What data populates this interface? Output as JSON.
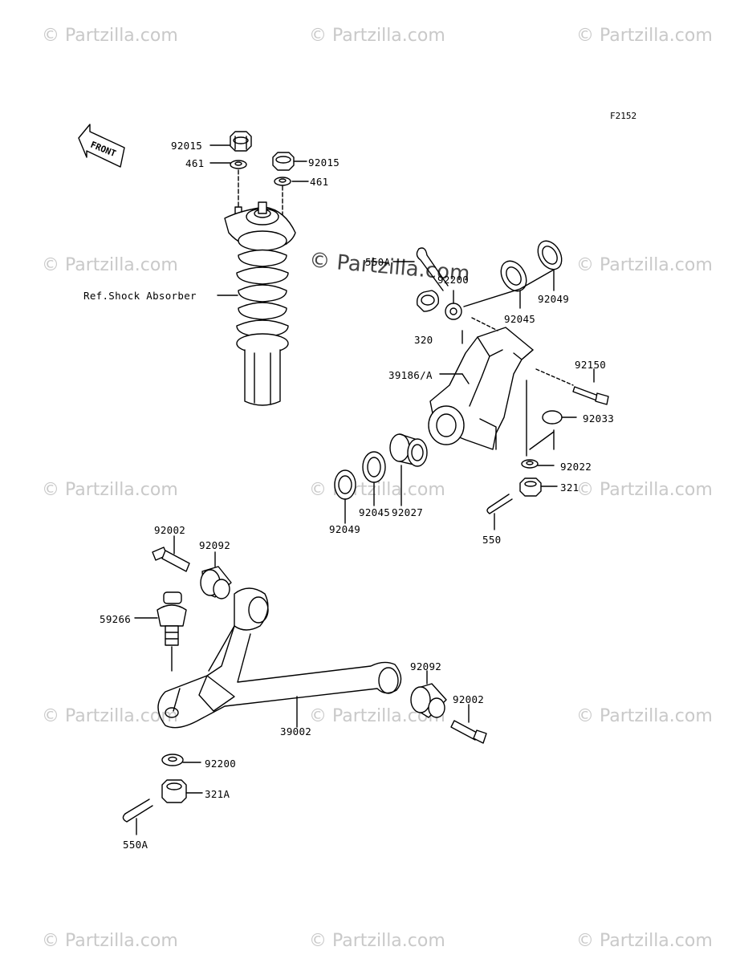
{
  "figure_id": "F2152",
  "front_label": "FRONT",
  "watermark_text": "© Partzilla.com",
  "center_watermark_text": "© Partzilla.com",
  "labels": {
    "l92015a": "92015",
    "l461a": "461",
    "l92015b": "92015",
    "l461b": "461",
    "ref_shock": "Ref.Shock Absorber",
    "l550A_top": "550A",
    "l92200_top": "92200",
    "l320": "320",
    "l92045_top": "92045",
    "l92049_top": "92049",
    "l39186": "39186/A",
    "l92150": "92150",
    "l92033": "92033",
    "l92022": "92022",
    "l321": "321",
    "l550": "550",
    "l92049_bot": "92049",
    "l92045_bot": "92045",
    "l92027": "92027",
    "l92002_left": "92002",
    "l92092_left": "92092",
    "l59266": "59266",
    "l92092_right": "92092",
    "l92002_right": "92002",
    "l39002": "39002",
    "l92200_bot": "92200",
    "l321A": "321A",
    "l550A_bot": "550A"
  },
  "colors": {
    "line": "#000000",
    "watermark": "#c9c9c9",
    "background": "#ffffff"
  }
}
